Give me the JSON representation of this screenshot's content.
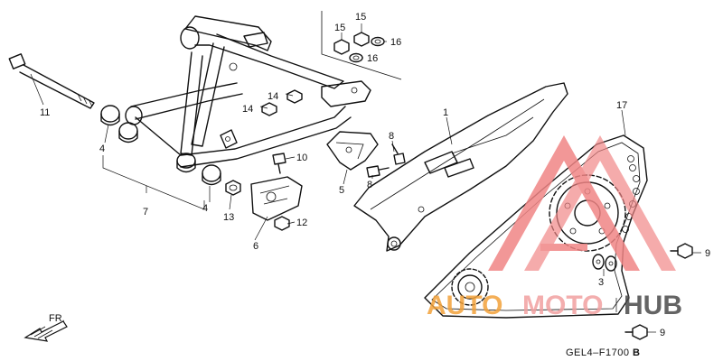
{
  "labels": {
    "l1": "1",
    "l3": "3",
    "l4a": "4",
    "l4b": "4",
    "l5": "5",
    "l6": "6",
    "l7": "7",
    "l8a": "8",
    "l8b": "8",
    "l9a": "9",
    "l9b": "9",
    "l10": "10",
    "l11": "11",
    "l12": "12",
    "l13": "13",
    "l14a": "14",
    "l14b": "14",
    "l15a": "15",
    "l15b": "15",
    "l16a": "16",
    "l16b": "16",
    "l17": "17"
  },
  "front_label": "FR.",
  "diagram_code": "GEL4–F1700",
  "diagram_code_suffix": "B",
  "watermark": {
    "part1": "AUTO",
    "part2": "MOTO",
    "part3": "HUB",
    "colors": {
      "orange": "#f3a23a",
      "pink": "#f2a0a0",
      "gray": "#4a4a4a",
      "triangle": "#f08585"
    }
  }
}
